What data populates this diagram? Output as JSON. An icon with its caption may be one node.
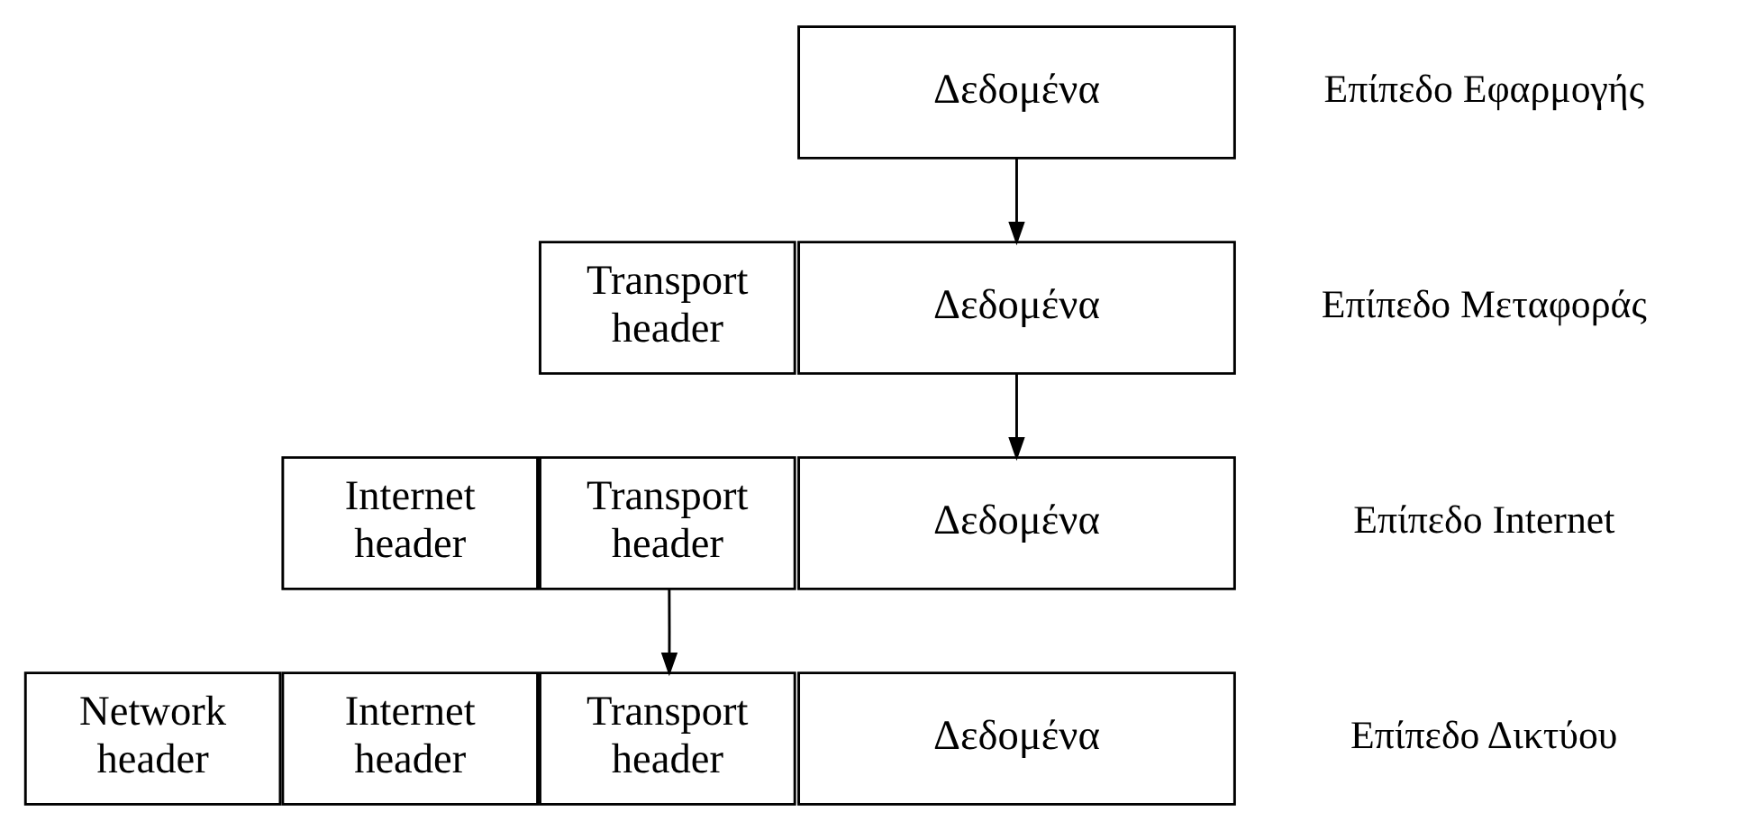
{
  "diagram": {
    "nodes": [
      {
        "text": [
          "Δεδομένα"
        ]
      },
      {
        "text": [
          "Transport header"
        ]
      },
      {
        "text": [
          "Δεδομένα"
        ]
      },
      {
        "text": [
          "Internet header"
        ]
      },
      {
        "text": [
          "Transport header"
        ]
      },
      {
        "text": [
          "Δεδομένα"
        ]
      },
      {
        "text": [
          "Network header"
        ]
      },
      {
        "text": [
          "Internet header"
        ]
      },
      {
        "text": [
          "Transport header"
        ]
      },
      {
        "text": [
          "Δεδομένα"
        ]
      }
    ],
    "edges": [
      {
        "from": 0,
        "to": 2,
        "arrow": "to"
      },
      {
        "from": 2,
        "to": 5,
        "arrow": "to"
      },
      {
        "from": 4,
        "to": 8,
        "arrow": "to"
      }
    ],
    "labels": [
      "Επίπεδο Εφαρμογής",
      "Επίπεδο Μεταφοράς",
      "Επίπεδο Internet",
      "Επίπεδο Δικτύου"
    ]
  }
}
